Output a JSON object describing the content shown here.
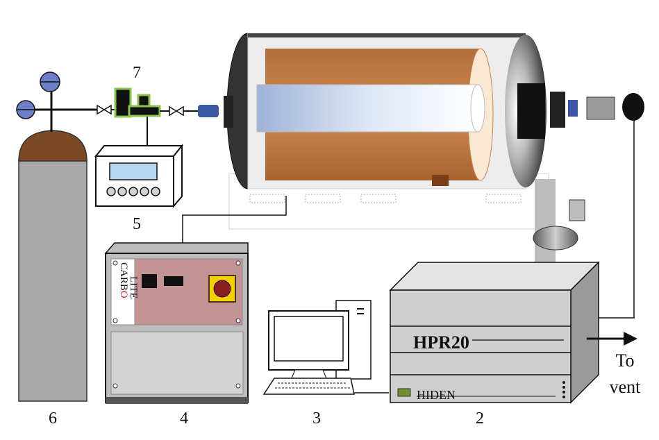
{
  "labels": {
    "l1": "7",
    "l2": "5",
    "l3": "6",
    "l4": "4",
    "l5": "3",
    "l6": "2"
  },
  "furnace_brand": {
    "part1": "CARB",
    "part2": "O",
    "part3": "LITE"
  },
  "analyzer": {
    "model": "HPR20",
    "brand": "HIDEN"
  },
  "vent": {
    "line1": "To",
    "line2": "vent"
  },
  "colors": {
    "cylinder": "#a8a8a8",
    "cylinder_cap": "#7b4a25",
    "valve_knob": "#6d7fc8",
    "regulator": "#111111",
    "regulator_border": "#8bc34a",
    "furnace_shell": "#c9834d",
    "furnace_panel": "#c49494",
    "analyzer_body": "#cfcfcf",
    "analyzer_side": "#9a9a9a",
    "hiden_led": "#6f8f2f"
  }
}
